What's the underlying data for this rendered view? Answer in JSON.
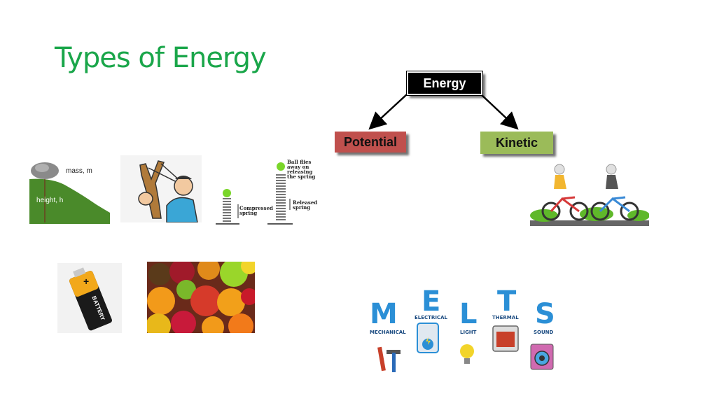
{
  "slide": {
    "title": "Types of Energy",
    "colors": {
      "title": "#1aa64a",
      "energy_box": "#000000",
      "potential_box": "#c0504d",
      "kinetic_box": "#9bbb59"
    }
  },
  "diagram": {
    "root": "Energy",
    "left": "Potential",
    "right": "Kinetic"
  },
  "hill_image": {
    "mass_label": "mass, m",
    "height_label": "height, h"
  },
  "slingshot_image": {
    "icon": "slingshot-icon"
  },
  "spring_image": {
    "compressed_label": "Compressed spring",
    "ball_label": "Ball flies away on releasing the spring",
    "released_label": "Released spring"
  },
  "battery_image": {
    "label": "BATTERY",
    "plus": "+"
  },
  "fruit_image": {
    "icon": "fruit-icon"
  },
  "bike_image": {
    "icon": "bicycle-icon"
  },
  "melts": {
    "letters": [
      "M",
      "E",
      "L",
      "T",
      "S"
    ],
    "labels": [
      "MECHANICAL",
      "ELECTRICAL",
      "LIGHT",
      "THERMAL",
      "SOUND"
    ]
  }
}
